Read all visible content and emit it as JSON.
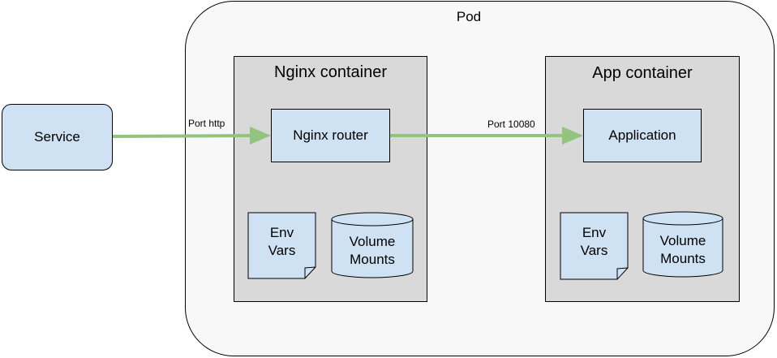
{
  "pod": {
    "label": "Pod"
  },
  "service": {
    "label": "Service"
  },
  "nginx_container": {
    "title": "Nginx container",
    "router_label": "Nginx router",
    "env_vars": [
      "Env",
      "Vars"
    ],
    "volume_mounts": [
      "Volume",
      "Mounts"
    ]
  },
  "app_container": {
    "title": "App container",
    "app_label": "Application",
    "env_vars": [
      "Env",
      "Vars"
    ],
    "volume_mounts": [
      "Volume",
      "Mounts"
    ]
  },
  "connections": {
    "service_to_router": "Port http",
    "router_to_app": "Port 10080"
  },
  "colors": {
    "pod_fill": "#f8f8f8",
    "container_fill": "#d9d9d9",
    "component_fill": "#cfe2f3",
    "arrow": "#93c47d"
  }
}
